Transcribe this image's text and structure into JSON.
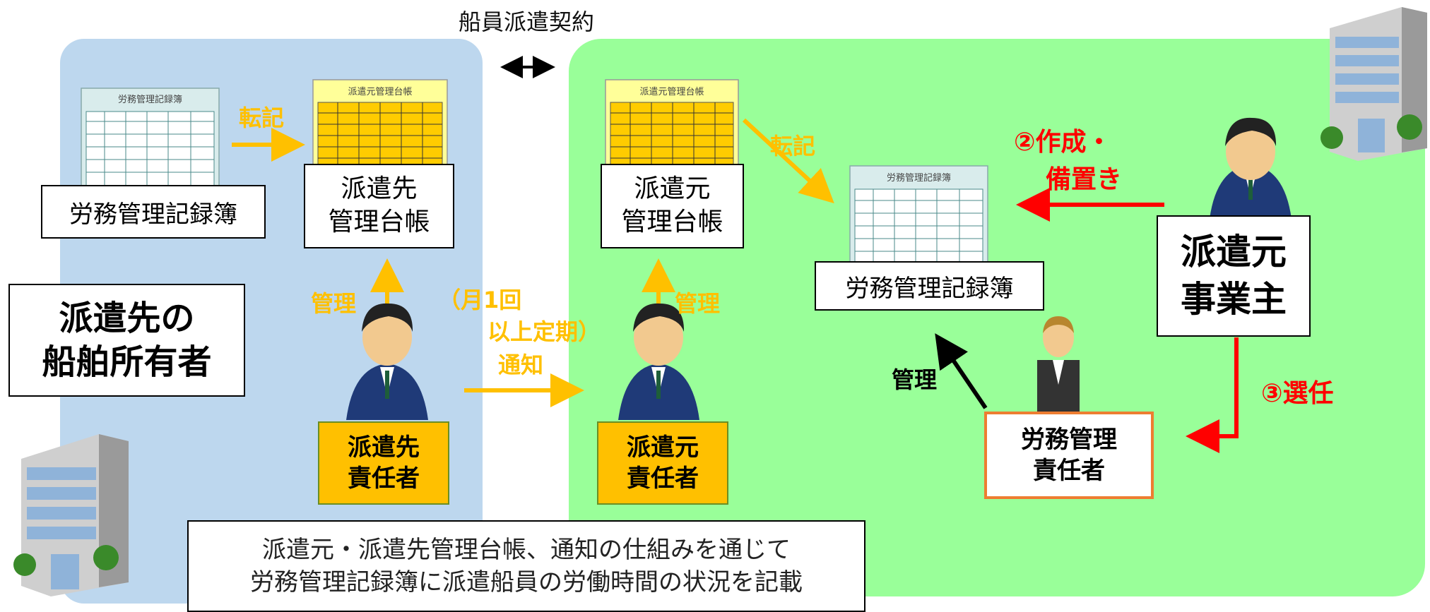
{
  "contract": {
    "title": "船員派遣契約"
  },
  "left": {
    "record_sheet_title": "労務管理記録簿",
    "record_label": "労務管理記録簿",
    "transfer_label": "転記",
    "ledger_sheet_title": "派遣元管理台帳",
    "ledger_label_line1": "派遣先",
    "ledger_label_line2": "管理台帳",
    "manage_label": "管理",
    "owner_line1": "派遣先の",
    "owner_line2": "船舶所有者",
    "role_line1": "派遣先",
    "role_line2": "責任者"
  },
  "notice": {
    "line1": "（月1回",
    "line2": "以上定期）",
    "line3": "通知"
  },
  "right": {
    "ledger_sheet_title": "派遣元管理台帳",
    "ledger_label_line1": "派遣元",
    "ledger_label_line2": "管理台帳",
    "manage_label": "管理",
    "transfer_label": "転記",
    "record_sheet_title": "労務管理記録簿",
    "record_label": "労務管理記録簿",
    "create_line1": "②作成・",
    "create_line2": "備置き",
    "employer_line1": "派遣元",
    "employer_line2": "事業主",
    "select_label": "③選任",
    "black_manage_label": "管理",
    "role_line1": "派遣元",
    "role_line2": "責任者",
    "labor_role_line1": "労務管理",
    "labor_role_line2": "責任者"
  },
  "note": {
    "line1": "派遣元・派遣先管理台帳、通知の仕組みを通じて",
    "line2": "労務管理記録簿に派遣船員の労働時間の状況を記載"
  },
  "colors": {
    "blue_panel": "#bdd7ee",
    "green_panel": "#99ff99",
    "orange": "#ffc000",
    "red": "#ff0000"
  }
}
